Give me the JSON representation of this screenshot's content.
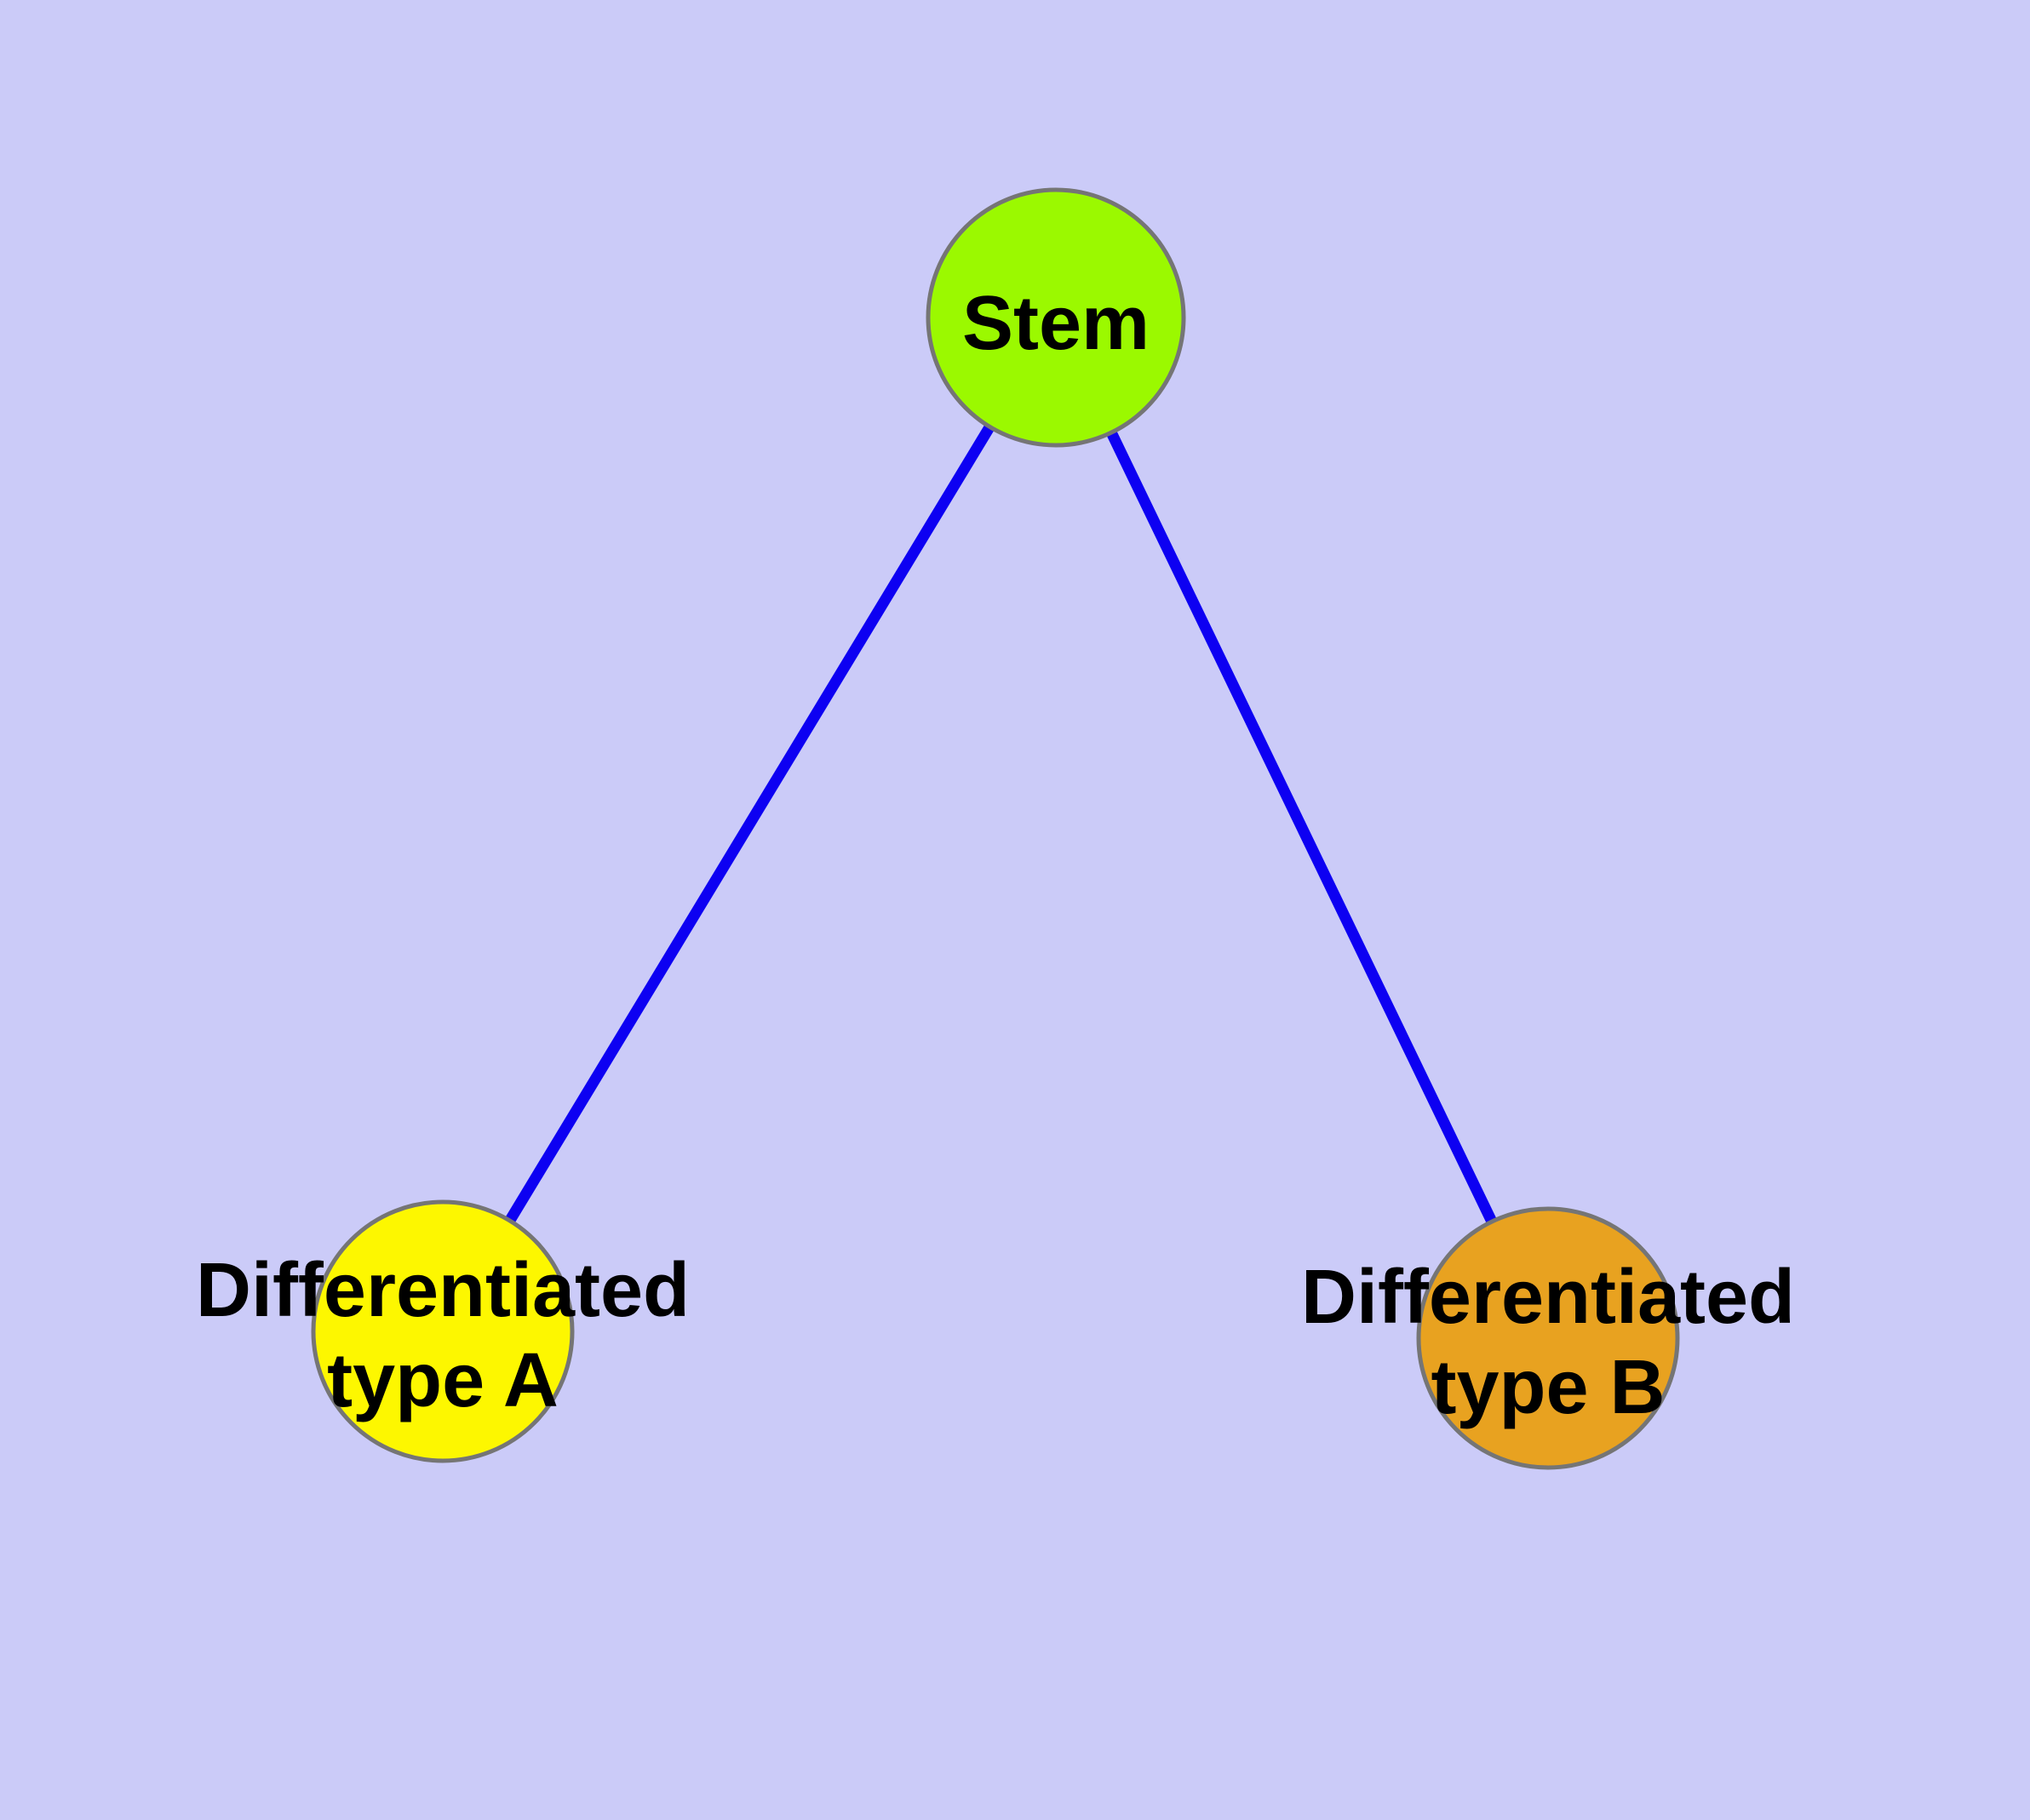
{
  "diagram": {
    "type": "node-link-tree",
    "background_color": "#cbcbf8",
    "edge_color": "#0d00f2",
    "node_border_color": "#757575",
    "label_color": "#000000",
    "nodes": [
      {
        "id": "stem",
        "label": "Stem",
        "color": "#9bf900"
      },
      {
        "id": "differentiated-type-a",
        "label": "Differentiated type A",
        "label_line1": "Differentiated",
        "label_line2": "type A",
        "color": "#fdf700"
      },
      {
        "id": "differentiated-type-b",
        "label": "Differentiated type B",
        "label_line1": "Differentiated",
        "label_line2": "type B",
        "color": "#e8a220"
      }
    ],
    "edges": [
      {
        "from": "stem",
        "to": "differentiated-type-a"
      },
      {
        "from": "stem",
        "to": "differentiated-type-b"
      }
    ]
  }
}
